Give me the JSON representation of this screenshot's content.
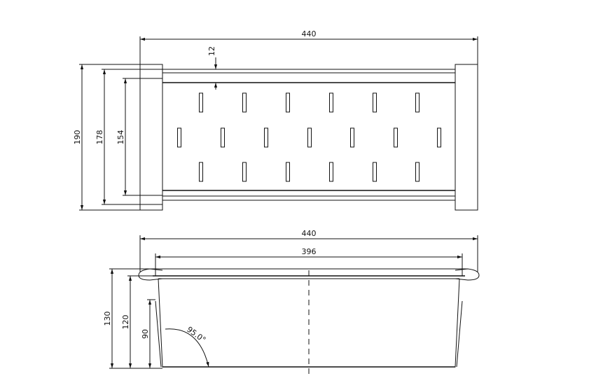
{
  "top_view": {
    "dims": {
      "overall_length": "440",
      "rail_width": "12",
      "outer_width": "190",
      "mid_width": "178",
      "inner_width": "154"
    }
  },
  "side_view": {
    "dims": {
      "overall_length": "440",
      "basket_length": "396",
      "total_height": "130",
      "mid_height": "120",
      "basket_depth": "90",
      "wall_angle": "95.0°"
    }
  }
}
